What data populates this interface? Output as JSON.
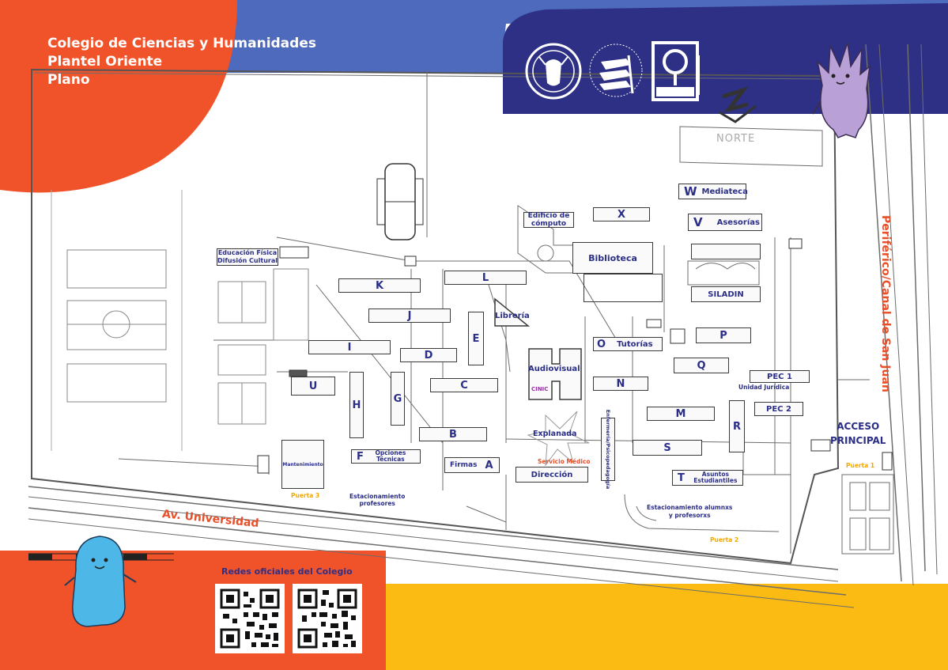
{
  "header": {
    "title_line1": "Colegio de Ciencias y Humanidades",
    "title_line2": "Plantel Oriente",
    "title_line3": "Plano"
  },
  "colors": {
    "orange": "#f0532a",
    "blue": "#4d6abd",
    "navy": "#2e3086",
    "yellow": "#fbbb13",
    "purple": "#b9a0d6",
    "cyan": "#4db8e8",
    "label_blue": "#2b2e87",
    "label_orange": "#e8502a",
    "label_gold": "#f1a800"
  },
  "logos": [
    "unam-seal-icon",
    "cch-logo-icon",
    "cch-oriente-logo-icon"
  ],
  "compass": {
    "label": "NORTE"
  },
  "buildings": {
    "mediateca_letter": "W",
    "mediateca": "Mediateca",
    "x": "X",
    "computo": "Edificio de cómputo",
    "asesorias_letter": "V",
    "asesorias": "Asesorías",
    "biblioteca": "Biblioteca",
    "siladin": "SILADIN",
    "educacion": "Educación Física Difusión Cultural",
    "k": "K",
    "l": "L",
    "j": "J",
    "libreria": "Librería",
    "e": "E",
    "i": "I",
    "d": "D",
    "o": "O",
    "tutorias": "Tutorías",
    "p": "P",
    "q": "Q",
    "audiovisual": "Audiovisual",
    "cinic": "CINIC",
    "c": "C",
    "n": "N",
    "u": "U",
    "h": "H",
    "g": "G",
    "pec1": "PEC 1",
    "unidad_juridica": "Unidad Jurídica",
    "pec2": "PEC 2",
    "m": "M",
    "r": "R",
    "b": "B",
    "explanada": "Explanada",
    "enfermeria": "Enfermería/Psicopedagogía",
    "s": "S",
    "mantenimiento": "Mantenimiento",
    "f": "F",
    "opciones": "Opciones Técnicas",
    "firmas": "Firmas",
    "a": "A",
    "servicio_medico": "Servicio Médico",
    "direccion": "Dirección",
    "t": "T",
    "asuntos": "Asuntos Estudiantiles"
  },
  "map_labels": {
    "acceso_line1": "ACCESO",
    "acceso_line2": "PRINCIPAL",
    "puerta1": "Puerta 1",
    "puerta2": "Puerta 2",
    "puerta3": "Puerta 3",
    "est_profesores_line1": "Estacionamiento",
    "est_profesores_line2": "profesores",
    "est_alumnos_line1": "Estacionamiento alumnxs",
    "est_alumnos_line2": "y profesorxs",
    "av_universidad": "Av. Universidad",
    "periferico": "Periférico/Canal de San Juan"
  },
  "footer": {
    "redes": "Redes oficiales del Colegio"
  }
}
